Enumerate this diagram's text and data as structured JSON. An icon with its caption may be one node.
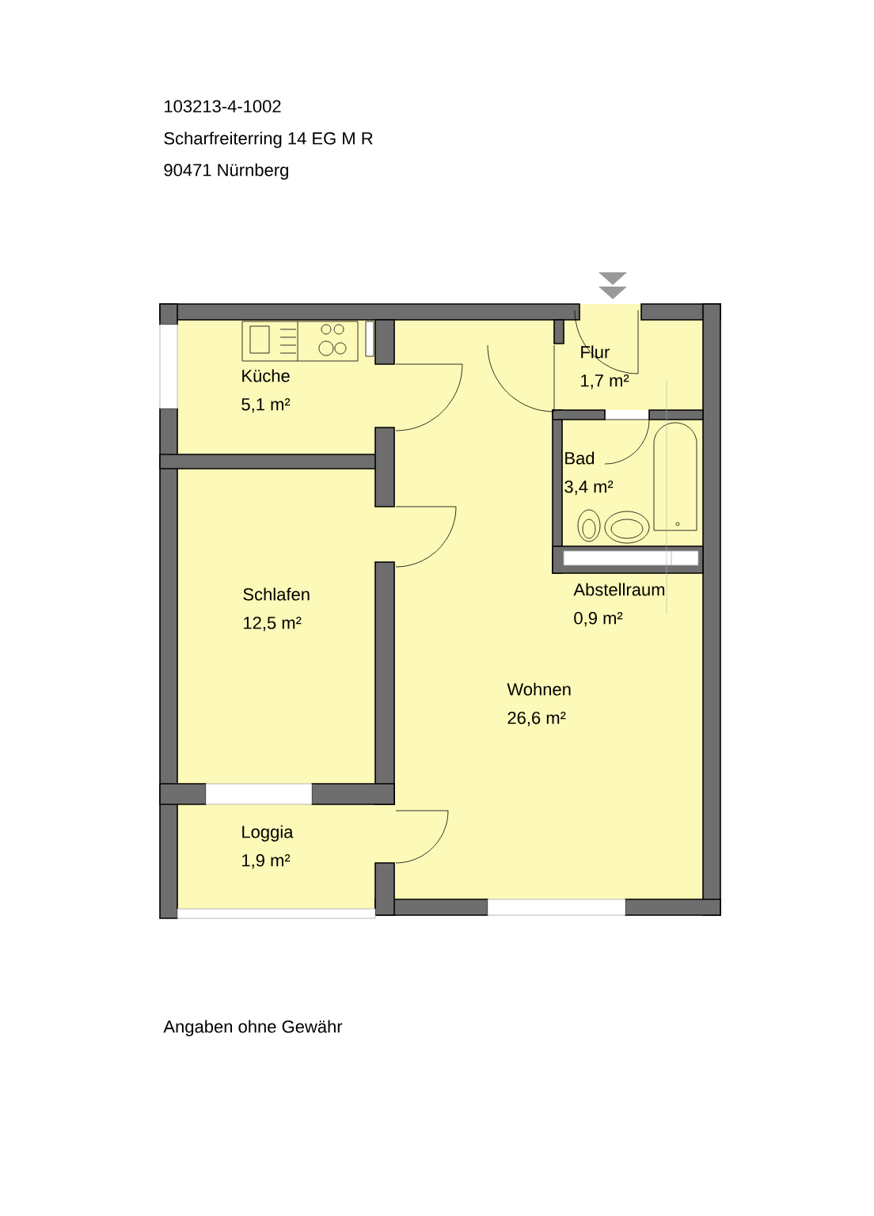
{
  "diagram": {
    "nodes": [
      {
        "text": [
          "Küche",
          "5,1 m²"
        ]
      },
      {
        "text": [
          "Flur",
          "1,7 m²"
        ]
      },
      {
        "text": [
          "Bad",
          "3,4 m²"
        ]
      },
      {
        "text": [
          "Schlafen",
          "12,5 m²"
        ]
      },
      {
        "text": [
          "Abstellraum",
          "0,9 m²"
        ]
      },
      {
        "text": [
          "Wohnen",
          "26,6 m²"
        ]
      },
      {
        "text": [
          "Loggia",
          "1,9 m²"
        ]
      }
    ],
    "labels": [
      "103213-4-1002",
      "Scharfreiterring 14 EG M R",
      "90471 Nürnberg",
      "Angaben ohne Gewähr"
    ]
  }
}
